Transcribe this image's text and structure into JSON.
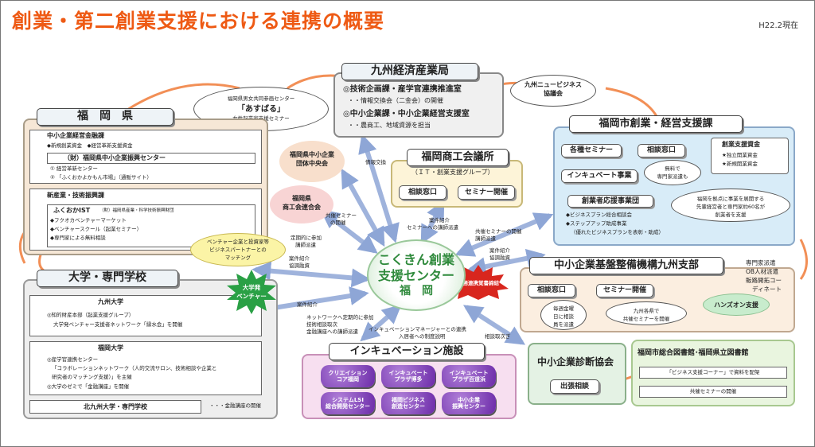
{
  "title": "創業・第二創業支援における連携の概要",
  "date": "H22.2現在",
  "center": {
    "line1": "こくきん創業",
    "line2": "支援センター",
    "line3": "福　岡"
  },
  "kyushu": {
    "name": "九州経済産業局",
    "row1": "◎技術企画課・産学官連携推進室",
    "row1_sub": "・・情報交換会（二金会）の開催",
    "row2": "◎中小企業課・中小企業経営支援室",
    "row2_sub": "・・農商工、地域資源を担当"
  },
  "new_biz": {
    "line1": "九州ニュービジネス",
    "line2": "協議会"
  },
  "asubaru": {
    "line1": "福岡県男女共同参画センター",
    "line2": "「あすばる」",
    "line3": "女性起業家支援セミナー"
  },
  "fukuoka_pref": {
    "name": "福　岡　県",
    "fin_title": "中小企業経営金融課",
    "fin_items": "◆新規創業資金　◆経営革新支援資金",
    "found_title": "（財）福岡県中小企業振興センター",
    "found_item1": "①  経営革新センター",
    "found_item2": "②  「ふくおかよかもん市場」（通販サイト）",
    "ind_title": "新産業・技術振興課",
    "ist_title": "ふくおかIST",
    "ist_note": "（財）福岡県産業・科学技術振興財団",
    "ist_item1": "◆フクオカベンチャーマーケット",
    "ist_item2": "◆ベンチャースクール（起業セミナー）",
    "ist_item3": "◆専門家による無料相談"
  },
  "venture_callout": {
    "line1": "ベンチャー企業と投資家等",
    "line2": "ビジネスパートナーとの",
    "line3": "マッチング"
  },
  "chuo_kai": {
    "line1": "福岡県中小企業",
    "line2": "団体中央会"
  },
  "shokokai": {
    "line1": "福岡県",
    "line2": "商工会連合会"
  },
  "cci": {
    "name": "福岡商工会議所",
    "sub": "（ＩＴ・創業支援グループ）",
    "btn1": "相談窓口",
    "btn2": "セミナー開催"
  },
  "city": {
    "name": "福岡市創業・経営支援課",
    "seminar": "各種セミナー",
    "consult": "相談窓口",
    "consult_note1": "無料で",
    "consult_note2": "専門家派遣も",
    "incubate": "インキュベート事業",
    "fund_title": "創業支援資金",
    "fund_item1": "★独立開業資金",
    "fund_item2": "★新規開業資金",
    "ouen_title": "創業者応援事業団",
    "ouen_item1": "◆ビジネスプラン総合相談会",
    "ouen_item2": "◆ステップアップ助成事業",
    "ouen_item3": "（優れたビジネスプランを表彰・助成）",
    "ouen_note1": "福岡を拠点に事業を展開する",
    "ouen_note2": "先輩経営者と専門家約60名が",
    "ouen_note3": "創業者を支援"
  },
  "smrj": {
    "name": "中小企業基盤整備機構九州支部",
    "consult": "相談窓口",
    "seminar": "セミナー開催",
    "consult_note1": "毎週金曜",
    "consult_note2": "日に相談",
    "consult_note3": "員を派遣",
    "seminar_note1": "九州各県で",
    "seminar_note2": "共催セミナーを開催",
    "side1": "専門家派遣",
    "side2": "OB人材派遣",
    "side3": "販路開拓コー",
    "side4": "ディネート",
    "handson": "ハンズオン支援"
  },
  "univ": {
    "name": "大学・専門学校",
    "kyudai": "九州大学",
    "kyudai_item1": "◎知的財産本部（起業支援グループ）",
    "kyudai_item2": "大学発ベンチャー支援者ネットワーク「縁水会」を開催",
    "fukudai": "福岡大学",
    "fukudai_item1": "◎産学官連携センター",
    "fukudai_item2": "「コラボレーションネットワーク（人的交流サロン、技術相談や企業と",
    "fukudai_item3": "研究者のマッチング支援）」を主催",
    "fukudai_item4": "◎大学のゼミで「金融講座」を開催",
    "kitakyu": "北九州大学・専門学校",
    "kitakyu_note": "・・・金融講座の開催"
  },
  "star_univ": {
    "line1": "大学発",
    "line2": "ベンチャー"
  },
  "star_biz": "業務連携覚書締結",
  "incubation": {
    "name": "インキュベーション施設",
    "items": [
      {
        "line1": "クリエイション",
        "line2": "コア福岡"
      },
      {
        "line1": "インキュベート",
        "line2": "プラザ博多"
      },
      {
        "line1": "インキュベート",
        "line2": "プラザ百道浜"
      },
      {
        "line1": "システムLSI",
        "line2": "総合開発センター"
      },
      {
        "line1": "福岡ビジネス",
        "line2": "創造センター"
      },
      {
        "line1": "中小企業",
        "line2": "振興センター"
      }
    ]
  },
  "shindan": {
    "name": "中小企業診断協会",
    "btn": "出張相談"
  },
  "library": {
    "name": "福岡市総合図書館･福岡県立図書館",
    "item1": "「ビジネス支援コーナー」で資料を配架",
    "item2": "共催セミナーの開催"
  },
  "arrow_labels": {
    "info_exchange": "情報交換",
    "seminar_kaisai1": "共催セミナー",
    "seminar_kaisai2": "の開催",
    "teiki1": "定期的に参加",
    "teiki2": "講師派遣",
    "anken1": "案件紹介",
    "anken2": "協調融資",
    "cci_anken1": "案件紹介",
    "cci_anken2": "セミナーへの講師派遣",
    "city_kyosai1": "共催セミナーの開催",
    "city_kyosai2": "講師派遣",
    "city_anken1": "案件紹介",
    "city_anken2": "協調融資",
    "univ_anken": "案件紹介",
    "net1": "ネットワークへ定期的に参加",
    "net2": "技術相談取次",
    "net3": "金融講座への講師派遣",
    "incu1": "インキュベーションマネージャーとの連携",
    "incu2": "入居者への制度説明",
    "shindan_torisugi": "相談取次ぎ"
  },
  "colors": {
    "title": "#ee5a14",
    "link": "#ee6a1e",
    "arrow": "#8ea6d6",
    "center_text": "#2f8a3c",
    "pref_panel": "#f6e7d6",
    "city_panel": "#d8ecf8",
    "smrj_panel": "#fbeee0",
    "incubation_panel": "#f7dff0",
    "library_panel": "#e9f5df"
  }
}
